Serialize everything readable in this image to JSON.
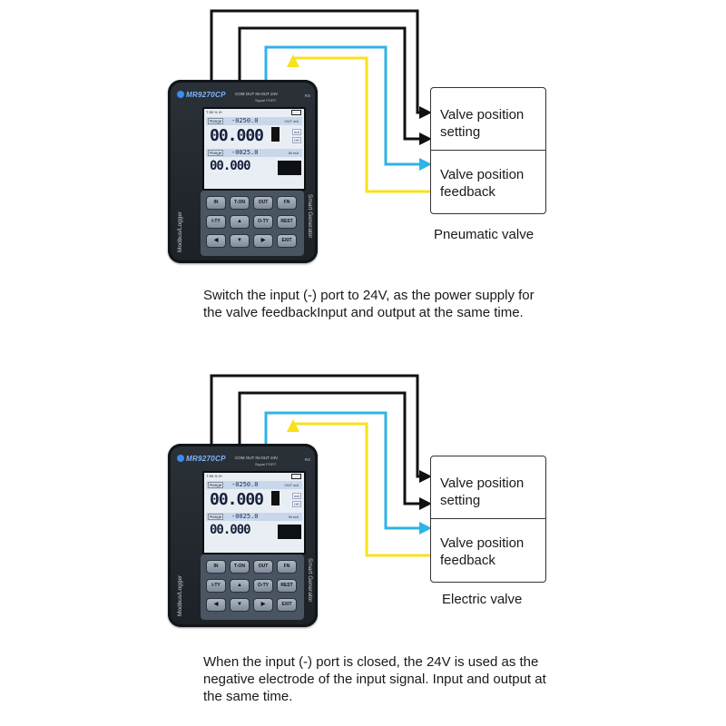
{
  "device": {
    "brand": "MR9270CP",
    "ports": "COM OUT IN-OUT 24V",
    "ports_sub": "Signal PORT",
    "model_right": "RS",
    "status_bar": "T  85  %  3+",
    "range_label": "Range",
    "top_range_value": "-0250.0",
    "top_unit": "OUT mA",
    "top_reading": "00.000",
    "tag_a": "mA",
    "tag_b": "OR",
    "bottom_range_value": "-0025.0",
    "bottom_unit": "IN mA",
    "bottom_reading": "00.000",
    "side_left": "Modbus/Logger",
    "side_right": "Smart Generator",
    "keys": [
      "IN",
      "T-ON",
      "OUT",
      "FN",
      "I-TY",
      "▲",
      "O-TY",
      "REST",
      "◀",
      "▼",
      "▶",
      "EXIT"
    ]
  },
  "valve": {
    "label_setting": "Valve position setting",
    "label_feedback": "Valve position feedback"
  },
  "panels": [
    {
      "valve_type": "Pneumatic valve",
      "caption": "Switch the input (-) port to 24V, as the power supply for the valve feedbackInput and output at the same time."
    },
    {
      "valve_type": "Electric valve",
      "caption": "When the input (-) port is closed, the 24V is used as the negative electrode of the input signal. Input and output at the same time."
    }
  ],
  "colors": {
    "wire_black": "#111111",
    "wire_blue": "#2fb3e6",
    "wire_yellow": "#f7e21b"
  }
}
